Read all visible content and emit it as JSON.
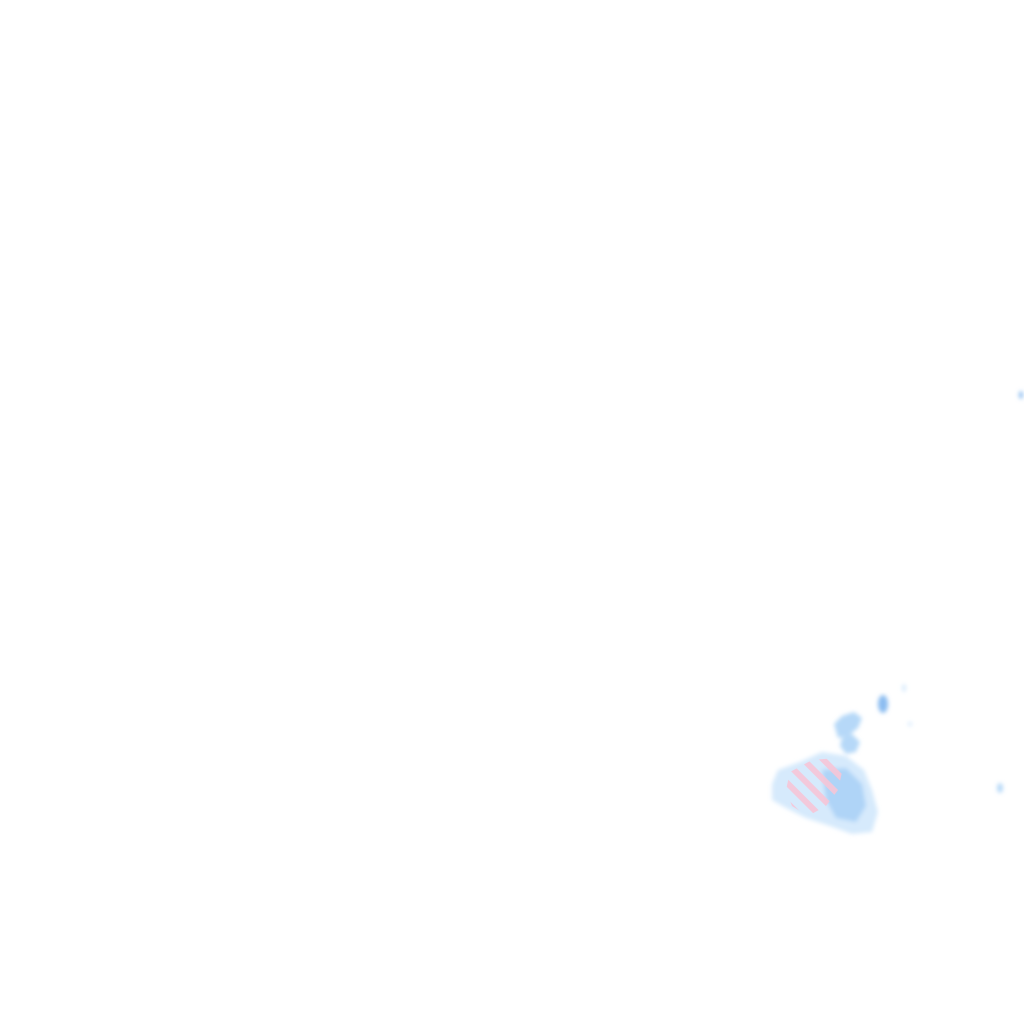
{
  "map": {
    "layer": "radar-precipitation-overlay",
    "background": "#ffffff",
    "palette": {
      "light_rain": "#cfe6fb",
      "moderate_rain": "#a9d1f7",
      "heavy_rain": "#7fb6ef",
      "mixed_precip": "#f7c6d8"
    },
    "features": [
      {
        "kind": "precip-cell-light"
      },
      {
        "kind": "precip-cell-moderate"
      },
      {
        "kind": "precip-cell-heavy"
      },
      {
        "kind": "mixed-precip-hatch"
      }
    ]
  }
}
